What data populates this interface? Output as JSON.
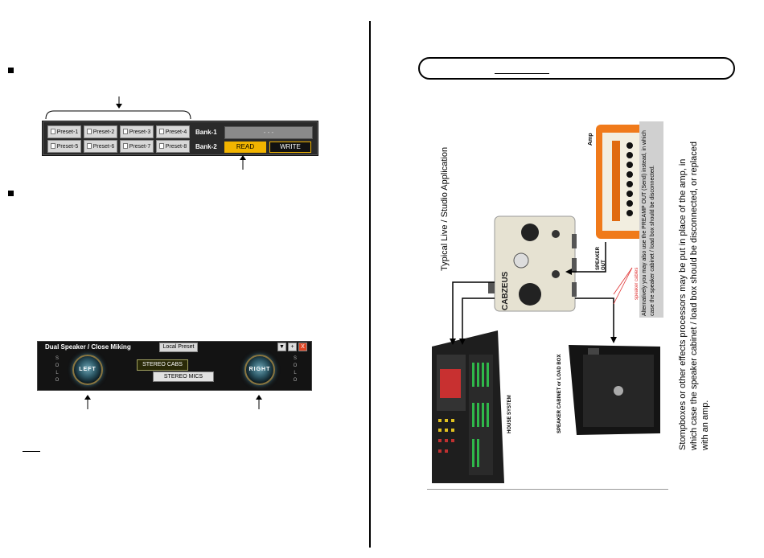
{
  "preset_panel": {
    "presets_row1": [
      "Preset-1",
      "Preset-2",
      "Preset-3",
      "Preset-4"
    ],
    "presets_row2": [
      "Preset-5",
      "Preset-6",
      "Preset-7",
      "Preset-8"
    ],
    "bank1_label": "Bank-1",
    "bank2_label": "Bank-2",
    "bank_display": "- - -",
    "read_label": "READ",
    "write_label": "WRITE"
  },
  "dual_speaker_panel": {
    "title": "Dual Speaker / Close Miking",
    "tab_label": "Local Preset",
    "tool_down": "▼",
    "tool_plus": "+",
    "tool_close": "X",
    "left_knob": "LEFT",
    "right_knob": "RIGHT",
    "solo_letters": [
      "S",
      "O",
      "L",
      "O"
    ],
    "stereo_cabs": "STEREO CABS",
    "stereo_mics": "STEREO MICS"
  },
  "figure": {
    "title": "Typical Live / Studio Application",
    "amp_label": "Amp",
    "speaker_out_label": "SPEAKER OUT",
    "speaker_cables_label": "speaker cables",
    "preamp_note": "Alternatively you may also use the PREAMP OUT (Send) instead, in which case the speaker cabinet / load box should be disconnected.",
    "device_name": "CABZEUS",
    "house_system_label": "HOUSE SYSTEM",
    "speaker_cab_label": "SPEAKER CABINET or LOAD BOX",
    "caption_line1": "Stompboxes or other effects processors may be put in place of the amp, in",
    "caption_line2": "which case the speaker cabinet / load box should be disconnected, or replaced",
    "caption_line3": "with an amp."
  },
  "colors": {
    "read_accent": "#f2b400",
    "amp_orange": "#f07a1a",
    "cable_red": "#e03030"
  }
}
